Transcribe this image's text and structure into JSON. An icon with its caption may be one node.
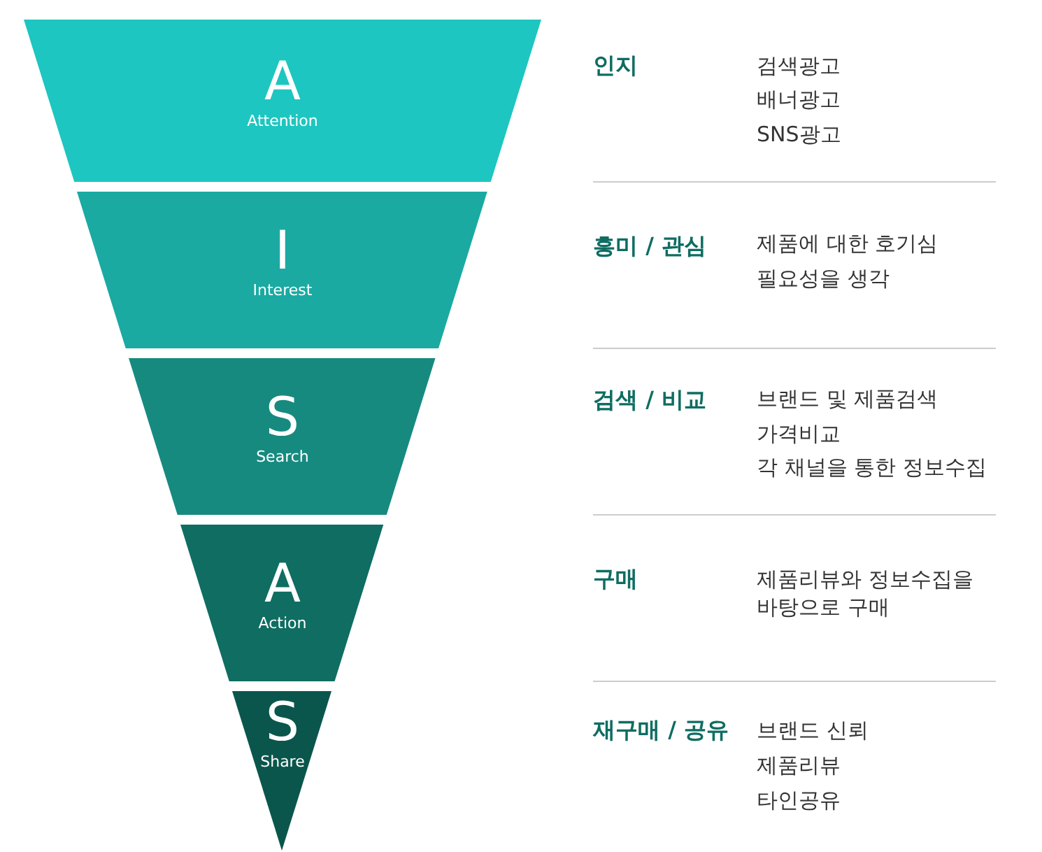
{
  "diagram": {
    "nodes": [
      {
        "text": [
          "A",
          "Attention"
        ]
      },
      {
        "text": [
          "I",
          "Interest"
        ]
      },
      {
        "text": [
          "S",
          "Search"
        ]
      },
      {
        "text": [
          "A",
          "Action"
        ]
      },
      {
        "text": [
          "S",
          "Share"
        ]
      }
    ],
    "labels": [
      "인지",
      "검색광고",
      "배너광고",
      "SNS광고",
      "흥미 / 관심",
      "제품에 대한 호기심",
      "필요성을 생각",
      "검색 / 비교",
      "브랜드 및 제품검색",
      "가격비교",
      "각 채널을 통한 정보수집",
      "구매",
      "제품리뷰와 정보수집을 바탕으로 구매",
      "재구매 / 공유",
      "브랜드 신뢰",
      "제품리뷰",
      "타인공유"
    ]
  }
}
